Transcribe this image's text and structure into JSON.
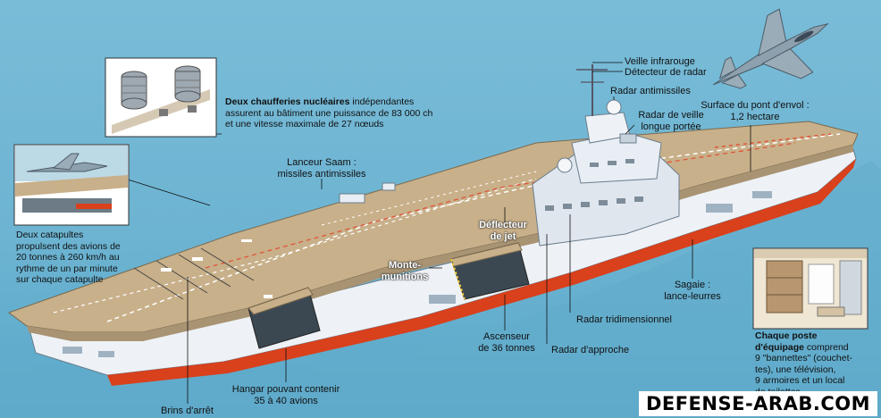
{
  "labels": {
    "veille_infrarouge": "Veille infrarouge",
    "detecteur_radar": "Détecteur de radar",
    "radar_antimissiles": "Radar antimissiles",
    "radar_veille_1": "Radar de veille",
    "radar_veille_2": "longue portée",
    "surface_1": "Surface du pont d'envol :",
    "surface_2": "1,2 hectare",
    "lanceur_1": "Lanceur Saam :",
    "lanceur_2": "missiles antimissiles",
    "deflecteur_1": "Déflecteur",
    "deflecteur_2": "de jet",
    "munitions_1": "Monte-",
    "munitions_2": "munitions",
    "sagaie_1": "Sagaie :",
    "sagaie_2": "lance-leurres",
    "radar_tridim": "Radar tridimensionnel",
    "radar_approche": "Radar d'approche",
    "ascenseur_1": "Ascenseur",
    "ascenseur_2": "de 36 tonnes",
    "hangar_1": "Hangar pouvant contenir",
    "hangar_2": "35 à 40 avions",
    "brins": "Brins d'arrêt",
    "catapultes": [
      "Deux catapultes",
      "propulsent des avions de",
      "20 tonnes à 260 km/h au",
      "rythme de un par minute",
      "sur chaque catapulte"
    ]
  },
  "chaufferies": {
    "bold": "Deux chaufferies nucléaires",
    "line1": " indépendantes",
    "line2": "assurent au bâtiment une puissance de 83 000 ch",
    "line3": "et une vitesse maximale de 27 nœuds"
  },
  "poste": {
    "bold1": "Chaque poste",
    "bold2": "d'équipage",
    "line1": " comprend",
    "line2": "9 \"bannettes\" (couchet-",
    "line3": "tes), une télévision,",
    "line4": "9 armoires et un local",
    "line5": "de toilettes"
  },
  "watermark": "DEFENSE-ARAB.COM",
  "colors": {
    "sea": "#6fb6d3",
    "deck": "#c8b08a",
    "hull": "#eef2f6",
    "waterline": "#d9401c",
    "island": "#dfe6ee"
  }
}
